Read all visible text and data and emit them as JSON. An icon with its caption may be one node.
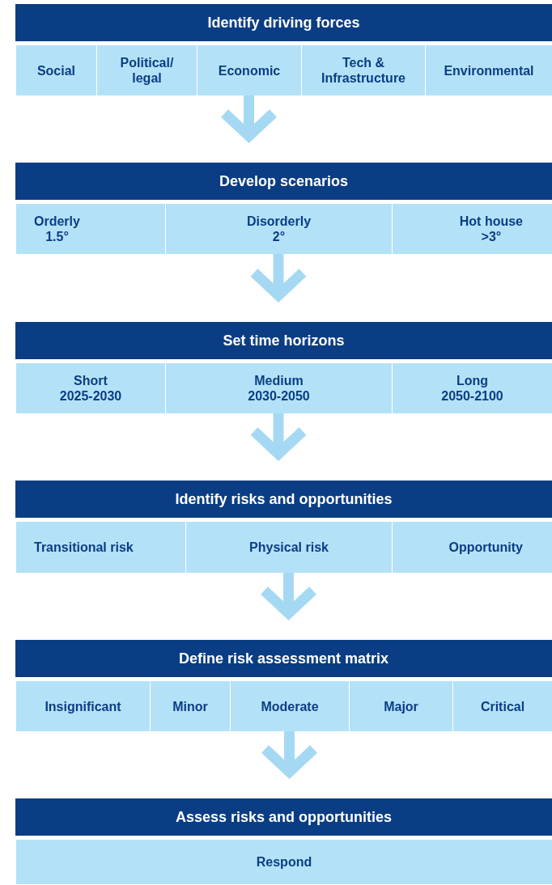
{
  "diagram": {
    "nodes": [
      {
        "text": [
          "Identify driving forces"
        ]
      },
      {
        "text": [
          "Social"
        ]
      },
      {
        "text": [
          "Political/ legal"
        ]
      },
      {
        "text": [
          "Economic"
        ]
      },
      {
        "text": [
          "Tech & Infrastructure"
        ]
      },
      {
        "text": [
          "Environmental"
        ]
      },
      {
        "text": [
          "Develop scenarios"
        ]
      },
      {
        "text": [
          "Orderly",
          "1.5°"
        ]
      },
      {
        "text": [
          "Disorderly",
          "2°"
        ]
      },
      {
        "text": [
          "Hot house",
          ">3°"
        ]
      },
      {
        "text": [
          "Set time horizons"
        ]
      },
      {
        "text": [
          "Short",
          "2025-2030"
        ]
      },
      {
        "text": [
          "Medium",
          "2030-2050"
        ]
      },
      {
        "text": [
          "Long",
          "2050-2100"
        ]
      },
      {
        "text": [
          "Identify risks and opportunities"
        ]
      },
      {
        "text": [
          "Transitional risk"
        ]
      },
      {
        "text": [
          "Physical risk"
        ]
      },
      {
        "text": [
          "Opportunity"
        ]
      },
      {
        "text": [
          "Define risk assessment matrix"
        ]
      },
      {
        "text": [
          "Insignificant"
        ]
      },
      {
        "text": [
          "Minor"
        ]
      },
      {
        "text": [
          "Moderate"
        ]
      },
      {
        "text": [
          "Major"
        ]
      },
      {
        "text": [
          "Critical"
        ]
      },
      {
        "text": [
          "Assess risks and opportunities"
        ]
      },
      {
        "text": [
          "Respond"
        ]
      }
    ],
    "edges": [
      {
        "from": 3,
        "to": 6,
        "arrow": "to"
      },
      {
        "from": 8,
        "to": 10,
        "arrow": "to"
      },
      {
        "from": 12,
        "to": 14,
        "arrow": "to"
      },
      {
        "from": 16,
        "to": 18,
        "arrow": "to"
      },
      {
        "from": 21,
        "to": 24,
        "arrow": "to"
      }
    ]
  }
}
